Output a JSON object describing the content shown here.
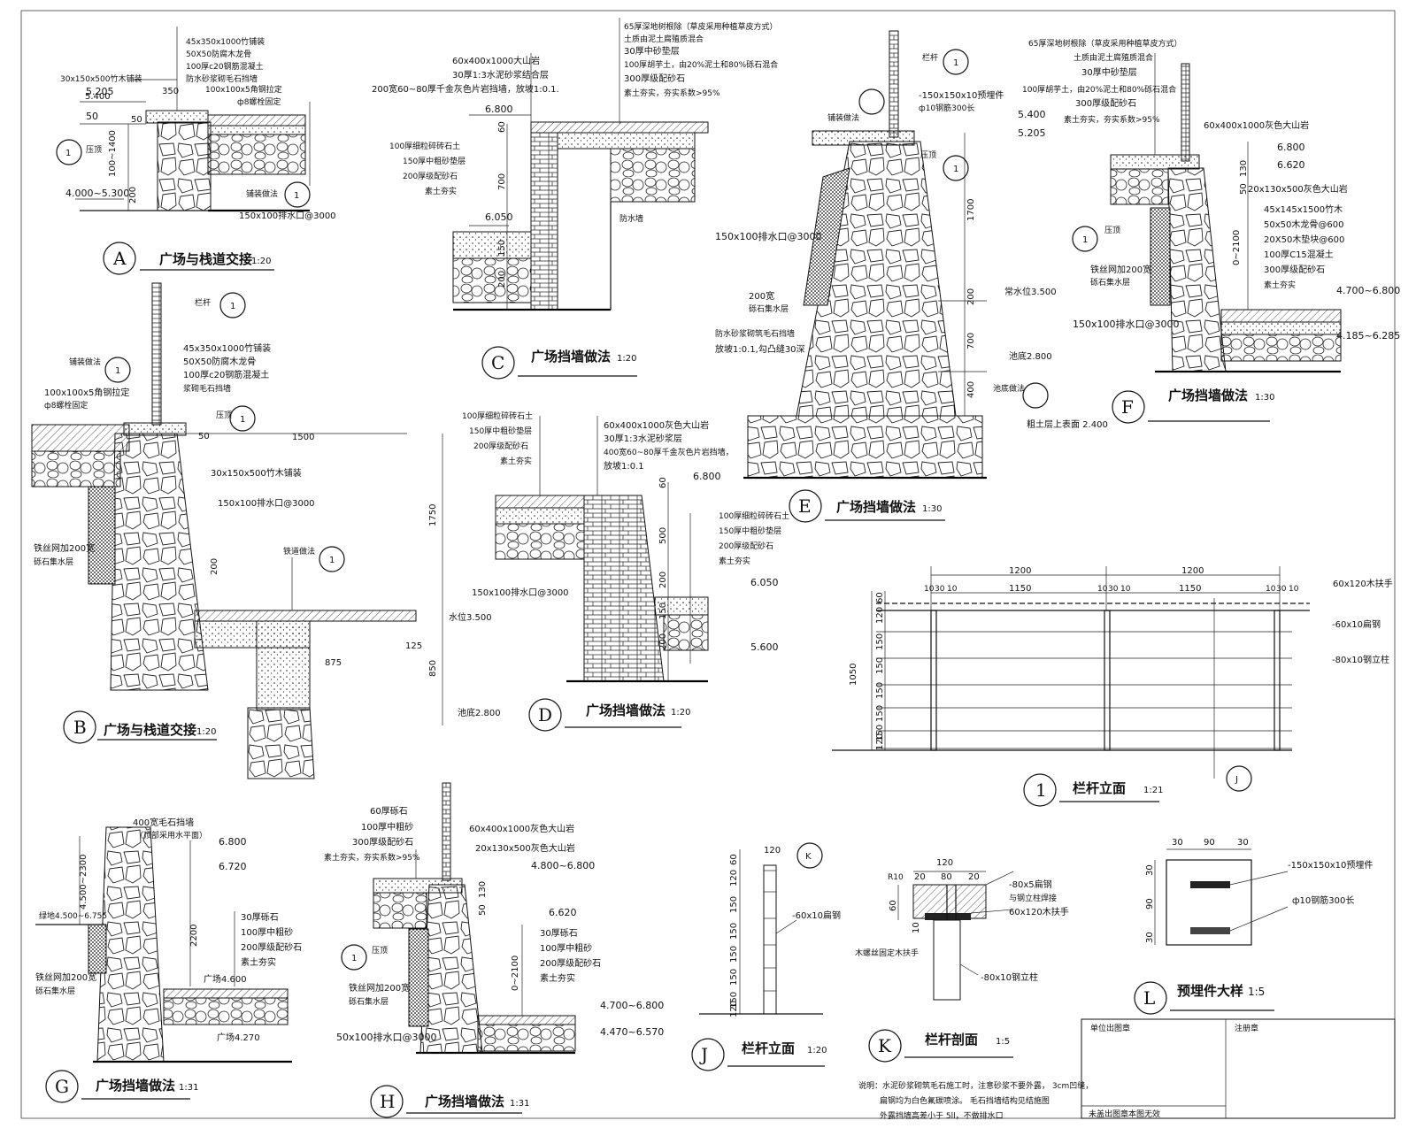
{
  "details": {
    "A": {
      "letter": "A",
      "title": "广场与栈道交接",
      "scale": "1:20",
      "notes": [
        "45x350x1000竹铺装",
        "50X50防腐木龙骨",
        "100厚c20钢筋混凝土",
        "防水砂浆砌毛石挡墙",
        "30x150x500竹木铺装",
        "100x100x5角钢拉定",
        "ф8螺栓固定",
        "350",
        "5.400",
        "5.205",
        "50",
        "100~1400",
        "200",
        "4.000~5.300",
        "150x100排水口@3000",
        "压顶",
        "铺装做法"
      ]
    },
    "B": {
      "letter": "B",
      "title": "广场与栈道交接",
      "scale": "1:20",
      "notes": [
        "栏杆",
        "45x350x1000竹铺装",
        "50X50防腐木龙骨",
        "100厚c20钢筋混凝土",
        "浆砌毛石挡墙",
        "铺装做法",
        "100x100x5角钢拉定",
        "ф8螺栓固定",
        "压顶",
        "50",
        "1500",
        "30x150x500竹木铺装",
        "150x100排水口@3000",
        "铁丝网加200宽",
        "砾石集水层",
        "200",
        "铁道做法",
        "1750",
        "水位3.500",
        "125",
        "875",
        "850",
        "池底2.800"
      ]
    },
    "C": {
      "letter": "C",
      "title": "广场挡墙做法",
      "scale": "1:20",
      "notes": [
        "65厚深地树根除（草皮采用种植草皮方式）",
        "土质由泥土腐殖质混合",
        "30厚中砂垫层",
        "100厚胡芋土，由20%泥土和80%砾石混合",
        "300厚级配砂石",
        "素土夯实，夯实系数>95%",
        "60x400x1000大山岩",
        "30厚1:3水泥砂浆结合层",
        "200宽60~80厚千金灰色片岩挡墙，放坡1:0.1.",
        "6.800",
        "60",
        "700",
        "100厚细粒碎砖石土",
        "150厚中粗砂垫层",
        "200厚级配砂石",
        "素土夯实",
        "6.050",
        "150",
        "200",
        "防水墙"
      ]
    },
    "D": {
      "letter": "D",
      "title": "广场挡墙做法",
      "scale": "1:20",
      "notes": [
        "100厚细粒碎砖石土",
        "150厚中粗砂垫层",
        "200厚级配砂石",
        "素土夯实",
        "60x400x1000灰色大山岩",
        "30厚1:3水泥砂浆层",
        "400宽60~80厚千金灰色片岩挡墙，",
        "放坡1:0.1",
        "6.800",
        "60",
        "500",
        "200",
        "150x100排水口@3000",
        "100厚细粒碎砖石土",
        "150厚中粗砂垫层",
        "200厚级配砂石",
        "素土夯实",
        "6.050",
        "150",
        "200",
        "5.600"
      ]
    },
    "E": {
      "letter": "E",
      "title": "广场挡墙做法",
      "scale": "1:30",
      "notes": [
        "栏杆",
        "铺装做法",
        "-150x150x10预埋件",
        "ф10钢筋300长",
        "5.400",
        "5.205",
        "压顶",
        "1700",
        "150x100排水口@3000",
        "200宽",
        "砾石集水层",
        "200",
        "常水位3.500",
        "防水砂浆砌筑毛石挡墙",
        "放坡1:0.1,勾凸缝30深",
        "700",
        "池底2.800",
        "400",
        "池底做法",
        "粗土层上表面 2.400"
      ]
    },
    "F": {
      "letter": "F",
      "title": "广场挡墙做法",
      "scale": "1:30",
      "notes": [
        "65厚深地树根除（草皮采用种植草皮方式）",
        "土质由泥土腐殖质混合",
        "30厚中砂垫层",
        "100厚胡芋土，由20%泥土和80%砾石混合",
        "300厚级配砂石",
        "素土夯实，夯实系数>95%",
        "60x400x1000灰色大山岩",
        "6.800",
        "6.620",
        "130",
        "50",
        "20x130x500灰色大山岩",
        "0~2100",
        "45x145x1500竹木",
        "50x50木龙骨@600",
        "20X50木垫块@600",
        "100厚C15混凝土",
        "300厚级配砂石",
        "素土夯实",
        "4.700~6.800",
        "4.185~6.285",
        "铁丝网加200宽",
        "砾石集水层",
        "压顶",
        "150x100排水口@3000"
      ]
    },
    "G": {
      "letter": "G",
      "title": "广场挡墙做法",
      "scale": "1:31",
      "notes": [
        "400宽毛石挡墙",
        "（顶部采用水平面）",
        "6.800",
        "6.720",
        "绿地4.500~6.755",
        "4.500~2300",
        "2200",
        "30厚砾石",
        "100厚中粗砂",
        "200厚级配砂石",
        "素土夯实",
        "广场4.600",
        "广场4.270",
        "铁丝网加200宽",
        "砾石集水层"
      ]
    },
    "H": {
      "letter": "H",
      "title": "广场挡墙做法",
      "scale": "1:31",
      "notes": [
        "60厚砾石",
        "100厚中粗砂",
        "300厚级配砂石",
        "素土夯实，夯实系数>95%",
        "60x400x1000灰色大山岩",
        "20x130x500灰色大山岩",
        "4.800~6.800",
        "6.620",
        "130",
        "50",
        "0~2100",
        "30厚砾石",
        "100厚中粗砂",
        "200厚级配砂石",
        "素土夯实",
        "4.700~6.800",
        "4.470~6.570",
        "压顶",
        "铁丝网加200宽",
        "砾石集水层",
        "50x100排水口@3000"
      ]
    },
    "rail": {
      "letter": "1",
      "title": "栏杆立面",
      "scale": "1:21",
      "notes": [
        "1200",
        "1200",
        "1150",
        "1150",
        "10",
        "30",
        "10",
        "10",
        "30",
        "10",
        "10",
        "30",
        "10",
        "60x120木扶手",
        "-60x10扁钢",
        "-80x10钢立柱",
        "60",
        "120",
        "150",
        "150",
        "150",
        "150",
        "150",
        "120",
        "1050"
      ]
    },
    "J": {
      "letter": "J",
      "title": "栏杆立面",
      "scale": "1:20",
      "notes": [
        "120",
        "60",
        "120",
        "150",
        "150",
        "150",
        "150",
        "150",
        "120",
        "-60x10扁钢"
      ]
    },
    "K": {
      "letter": "K",
      "title": "栏杆剖面",
      "scale": "1:5",
      "notes": [
        "120",
        "R10",
        "20",
        "80",
        "20",
        "-80x5扁钢",
        "与钢立柱焊接",
        "60x120木扶手",
        "60",
        "10",
        "木螺丝固定木扶手",
        "-80x10钢立柱"
      ]
    },
    "L": {
      "letter": "L",
      "title": "预埋件大样",
      "scale": "1:5",
      "notes": [
        "30",
        "90",
        "30",
        "-150x150x10预埋件",
        "ф10钢筋300长",
        "30",
        "90",
        "30"
      ]
    }
  },
  "notes_block": {
    "line1": "说明：水泥砂浆砌筑毛石施工时，注意砂浆不要外露，    3cm凹缝，",
    "line2": "扁钢均为白色氟碳喷涂。       毛石挡墙结构见结施图",
    "line3": "外露挡墙高差小于 5ll，不做排水口"
  },
  "title_block": {
    "cell1": "单位出图章",
    "cell2": "注册章",
    "cell3": "未盖出图章本图无效"
  }
}
